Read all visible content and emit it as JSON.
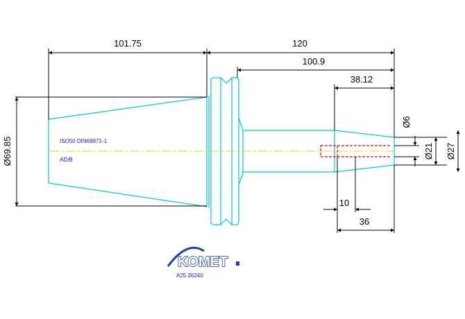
{
  "dimensions": {
    "taper_length": "101.75",
    "total_length": "120",
    "flange_to_end": "100.9",
    "bore_depth": "38.12",
    "inner_step_a": "10",
    "inner_step_b": "36",
    "taper_diameter": "Ø69.85",
    "pin_diameter": "Ø6",
    "bore_diameter": "Ø21",
    "shank_diameter": "Ø27"
  },
  "labels": {
    "standard": "ISO50 DIN69871-1",
    "form": "AD/B"
  },
  "brand": {
    "logo": "KOMET",
    "part_number": "A25 26240"
  },
  "colors": {
    "outline": "#00c8d2",
    "dimension": "#000000",
    "centerline": "#d8d800",
    "hidden": "#e00000",
    "annotation": "#1818c8",
    "brand": "#1a3fb0"
  }
}
